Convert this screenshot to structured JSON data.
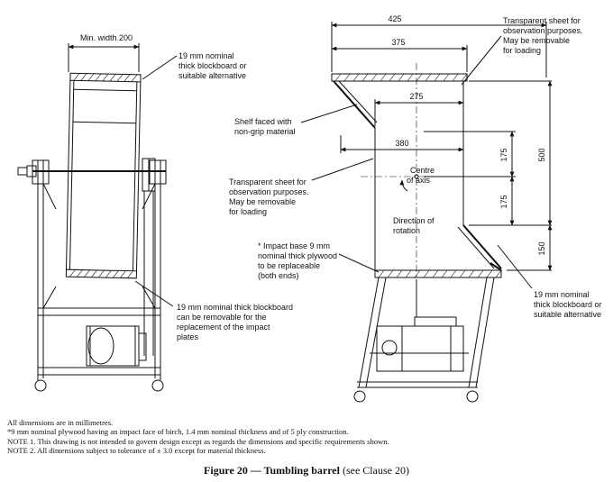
{
  "figure": {
    "caption_bold": "Figure 20 — Tumbling barrel",
    "caption_ref": "(see Clause 20)"
  },
  "notes": [
    "All dimensions are in millimetres.",
    "*9 mm nominal plywood having an impact face of birch, 1.4 mm nominal thickness and of 5 ply construction.",
    "NOTE 1. This drawing is not intended to govern design except as regards the dimensions and specific requirements shown.",
    "NOTE 2. All dimensions subject to tolerance of ± 3.0 except for material thickness."
  ],
  "side_view": {
    "min_width": "Min. width 200",
    "label_top": [
      "19 mm nominal",
      "thick blockboard or",
      "suitable alternative"
    ],
    "label_bottom": [
      "19 mm nominal thick blockboard",
      "can be removable for the",
      "replacement of the impact",
      "plates"
    ]
  },
  "section_view": {
    "dims": {
      "d425": "425",
      "d375": "375",
      "d275": "275",
      "d380": "380",
      "d500": "500",
      "d175a": "175",
      "d175b": "175",
      "d150": "150"
    },
    "labels": {
      "transparent_top": [
        "Transparent sheet for",
        "observation purposes.",
        "May be removable",
        "for loading"
      ],
      "shelf": [
        "Shelf faced with",
        "non-grip material"
      ],
      "transparent_left": [
        "Transparent sheet for",
        "observation purposes.",
        "May be removable",
        "for loading"
      ],
      "centre": [
        "Centre",
        "of axis"
      ],
      "direction": [
        "Direction of",
        "rotation"
      ],
      "impact": [
        "* Impact base 9 mm",
        "nominal thick plywood",
        "to be replaceable",
        "(both ends)"
      ],
      "blockboard_right": [
        "19 mm nominal",
        "thick blockboard or",
        "suitable alternative"
      ]
    }
  }
}
